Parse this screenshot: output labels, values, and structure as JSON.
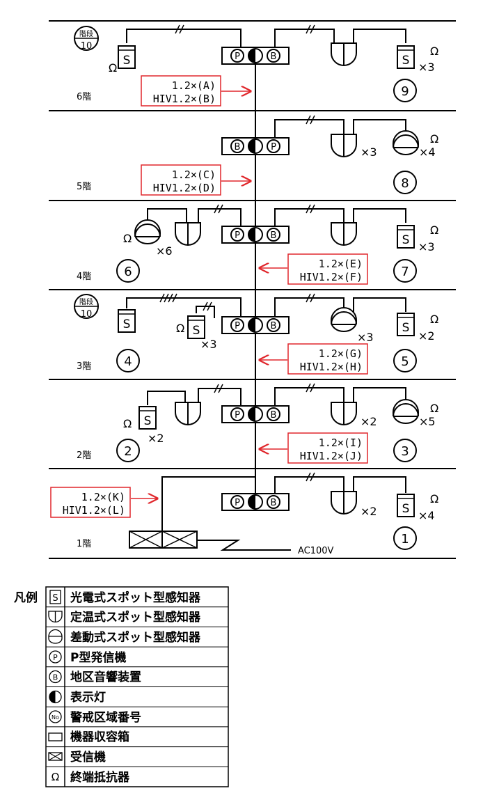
{
  "floors": [
    {
      "label": "6階",
      "zone": "9",
      "stair_label": "階段",
      "stair_no": "10"
    },
    {
      "label": "5階",
      "zone": "8"
    },
    {
      "label": "4階",
      "zones": [
        "6",
        "7"
      ]
    },
    {
      "label": "3階",
      "zones": [
        "4",
        "5"
      ],
      "stair_label": "階段",
      "stair_no": "10"
    },
    {
      "label": "2階",
      "zones": [
        "2",
        "3"
      ]
    },
    {
      "label": "1階",
      "zone": "1",
      "power": "AC100V"
    }
  ],
  "wiring": [
    {
      "line1": "1.2×(A)",
      "line2": "HIV1.2×(B)"
    },
    {
      "line1": "1.2×(C)",
      "line2": "HIV1.2×(D)"
    },
    {
      "line1": "1.2×(E)",
      "line2": "HIV1.2×(F)"
    },
    {
      "line1": "1.2×(G)",
      "line2": "HIV1.2×(H)"
    },
    {
      "line1": "1.2×(I)",
      "line2": "HIV1.2×(J)"
    },
    {
      "line1": "1.2×(K)",
      "line2": "HIV1.2×(L)"
    }
  ],
  "symbols": {
    "s": "S",
    "p": "P",
    "b": "B",
    "ohm": "Ω",
    "x2": "×2",
    "x3": "×3",
    "x4": "×4",
    "x5": "×5",
    "x6": "×6"
  },
  "legend": {
    "title": "凡例",
    "items": [
      {
        "symbol": "S",
        "label": "光電式スポット型感知器"
      },
      {
        "symbol": "",
        "label": "定温式スポット型感知器"
      },
      {
        "symbol": "",
        "label": "差動式スポット型感知器"
      },
      {
        "symbol": "P",
        "label": "P型発信機"
      },
      {
        "symbol": "B",
        "label": "地区音響装置"
      },
      {
        "symbol": "",
        "label": "表示灯"
      },
      {
        "symbol": "No",
        "label": "警戒区域番号"
      },
      {
        "symbol": "",
        "label": "機器収容箱"
      },
      {
        "symbol": "",
        "label": "受信機"
      },
      {
        "symbol": "Ω",
        "label": "終端抵抗器"
      }
    ]
  },
  "colors": {
    "line": "#000000",
    "annotation": "#e0262b"
  }
}
